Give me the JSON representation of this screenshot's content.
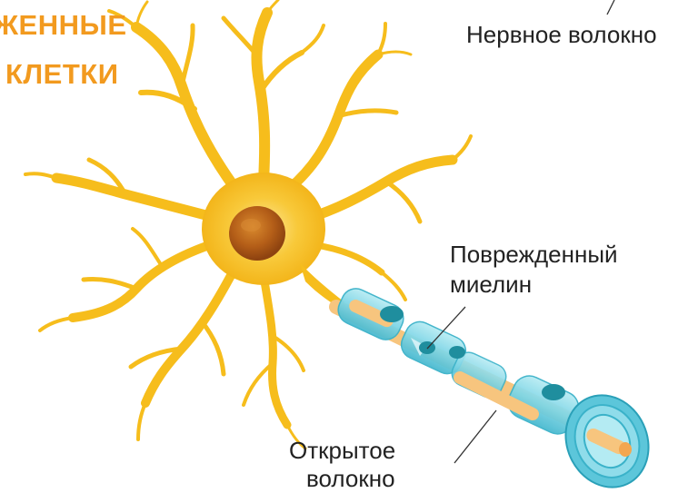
{
  "title": {
    "line1": "ЖЕННЫЕ",
    "line2": "КЛЕТКИ",
    "color": "#f29a1f"
  },
  "labels": {
    "nerve_fiber": "Нервное волокно",
    "damaged_myelin_line1": "Поврежденный",
    "damaged_myelin_line2": "миелин",
    "open_fiber_line1": "Открытое",
    "open_fiber_line2": "волокно"
  },
  "colors": {
    "neuron": "#f6bd1c",
    "neuron_dark": "#e2a310",
    "nucleus": "#b8611a",
    "myelin": "#7fd6e6",
    "myelin_dark": "#3ab2c9",
    "schwann_nucleus": "#1f8e9e",
    "axon": "#f7c57e",
    "axon_tip": "#f3a64f",
    "leader_line": "#333333"
  }
}
